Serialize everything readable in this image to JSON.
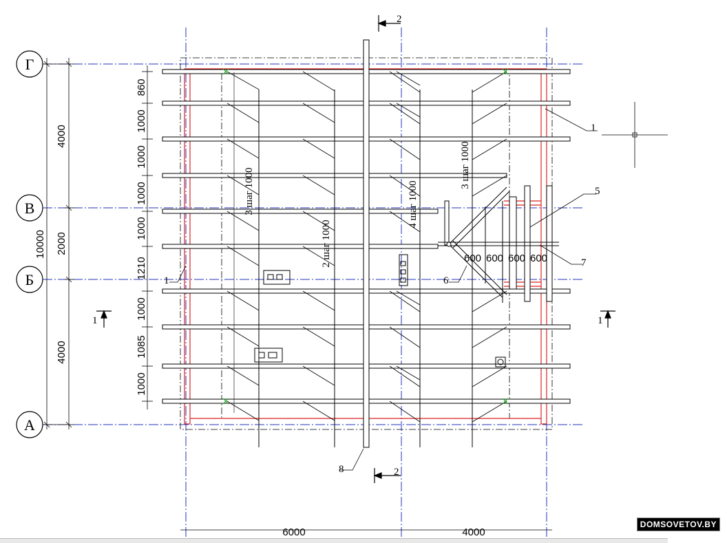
{
  "axes": {
    "rows": [
      "Г",
      "В",
      "Б",
      "А"
    ],
    "row_dims": [
      "4000",
      "2000",
      "4000"
    ],
    "total_dim": "10000",
    "bottom_dims": [
      "6000",
      "4000"
    ]
  },
  "rafter_spacing": [
    "860",
    "1000",
    "1000",
    "1000",
    "1000",
    "1210",
    "1000",
    "1085",
    "1000"
  ],
  "group_labels": [
    "3 шаг 1000",
    "2 шаг 1000",
    "4 шаг 1000",
    "3 шаг 1000"
  ],
  "stair_spacing": [
    "600",
    "600",
    "600",
    "600"
  ],
  "callouts": [
    "1",
    "1",
    "5",
    "7",
    "6",
    "8"
  ],
  "section_marks": {
    "s1_left": "1",
    "s1_right": "1",
    "s2_top": "2",
    "s2_bottom": "2"
  },
  "watermark": "DOMSOVETOV.BY",
  "colors": {
    "axis": "#2233bb",
    "red": "#dd2222",
    "green": "#22aa22",
    "line": "#000000"
  }
}
